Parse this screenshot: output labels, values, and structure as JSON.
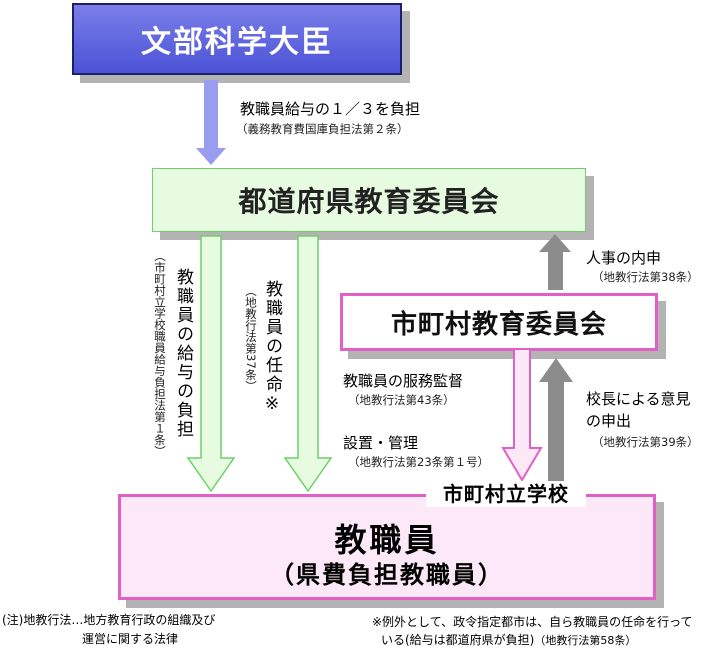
{
  "boxes": {
    "minister": "文部科学大臣",
    "prefecture_board": "都道府県教育委員会",
    "municipal_board": "市町村教育委員会",
    "staff_title": "教職員",
    "staff_subtitle": "（県費負担教職員）",
    "school_label": "市町村立学校"
  },
  "labels": {
    "salary_share": "教職員給与の１／３を負担",
    "salary_share_law": "（義務教育費国庫負担法第２条）",
    "salary_burden": "教職員の給与の負担",
    "salary_burden_law": "（市町村立学校職員給与負担法第１条）",
    "appointment": "教職員の任命※",
    "appointment_law": "（地教行法第37条）",
    "personnel_request": "人事の内申",
    "personnel_request_law": "（地教行法第38条）",
    "service_supervision": "教職員の服務監督",
    "service_supervision_law": "（地教行法第43条）",
    "establishment": "設置・管理",
    "establishment_law": "（地教行法第23条第１号）",
    "principal_opinion_1": "校長による意見",
    "principal_opinion_2": "の申出",
    "principal_opinion_law": "（地教行法第39条）"
  },
  "notes": {
    "left_1": "(注)地教行法…地方教育行政の組織及び",
    "left_2": "運営に関する法律",
    "right_1": "※例外として、政令指定都市は、自ら教職員の任命を行って",
    "right_2": "いる(給与は都道府県が負担)",
    "right_2_law": "（地教行法第58条）"
  },
  "colors": {
    "minister_fill": "#4b52d6",
    "pref_fill": "#e6fbe0",
    "pref_border": "#6fd06a",
    "pink_border": "#e060c6",
    "staff_fill": "#fce8f7",
    "blue_arrow": "#9a9cf0",
    "green_arrow_fill": "#e6fbe0",
    "gray_arrow": "#8c8c8c"
  }
}
